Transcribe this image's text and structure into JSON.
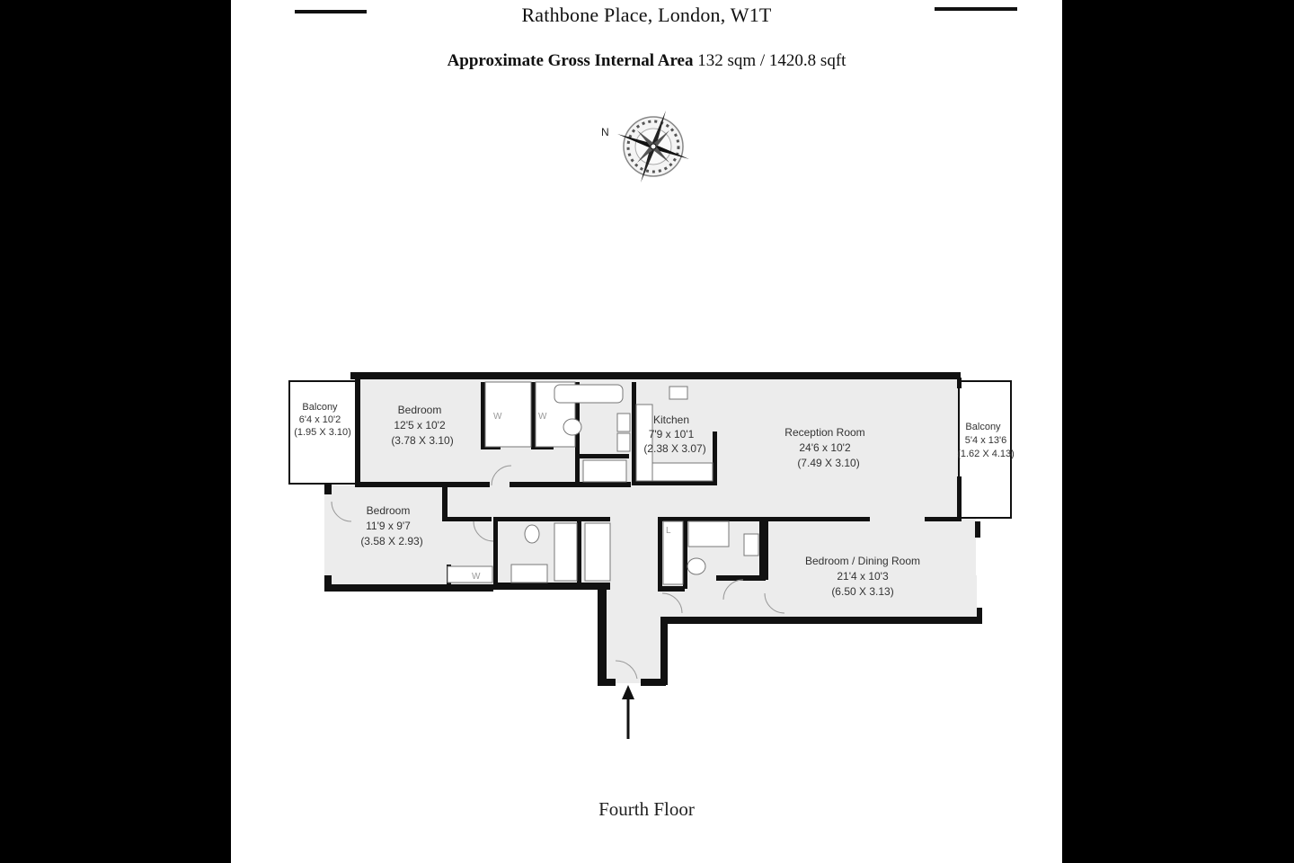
{
  "header": {
    "title": "Rathbone Place, London, W1T",
    "area_label": "Approximate Gross Internal Area",
    "area_value": "132 sqm / 1420.8 sqft"
  },
  "compass": {
    "north_label": "N",
    "icon": "compass-rose-icon"
  },
  "rooms": [
    {
      "name": "Balcony",
      "imperial": "6'4 x 10'2",
      "metric": "(1.95 X 3.10)"
    },
    {
      "name": "Bedroom",
      "imperial": "12'5 x 10'2",
      "metric": "(3.78 X 3.10)"
    },
    {
      "name": "Kitchen",
      "imperial": "7'9 x 10'1",
      "metric": "(2.38 X 3.07)"
    },
    {
      "name": "Reception Room",
      "imperial": "24'6 x 10'2",
      "metric": "(7.49 X 3.10)"
    },
    {
      "name": "Balcony",
      "imperial": "5'4 x 13'6",
      "metric": "(1.62 X 4.13)"
    },
    {
      "name": "Bedroom",
      "imperial": "11'9 x 9'7",
      "metric": "(3.58 X 2.93)"
    },
    {
      "name": "Bedroom / Dining Room",
      "imperial": "21'4 x 10'3",
      "metric": "(6.50 X 3.13)"
    }
  ],
  "fixtures": {
    "wardrobe": "W",
    "laundry": "L"
  },
  "footer": {
    "floor_label": "Fourth Floor"
  },
  "colors": {
    "wall": "#111111",
    "floor_fill": "#ececec",
    "background": "#ffffff",
    "frame": "#000000"
  }
}
